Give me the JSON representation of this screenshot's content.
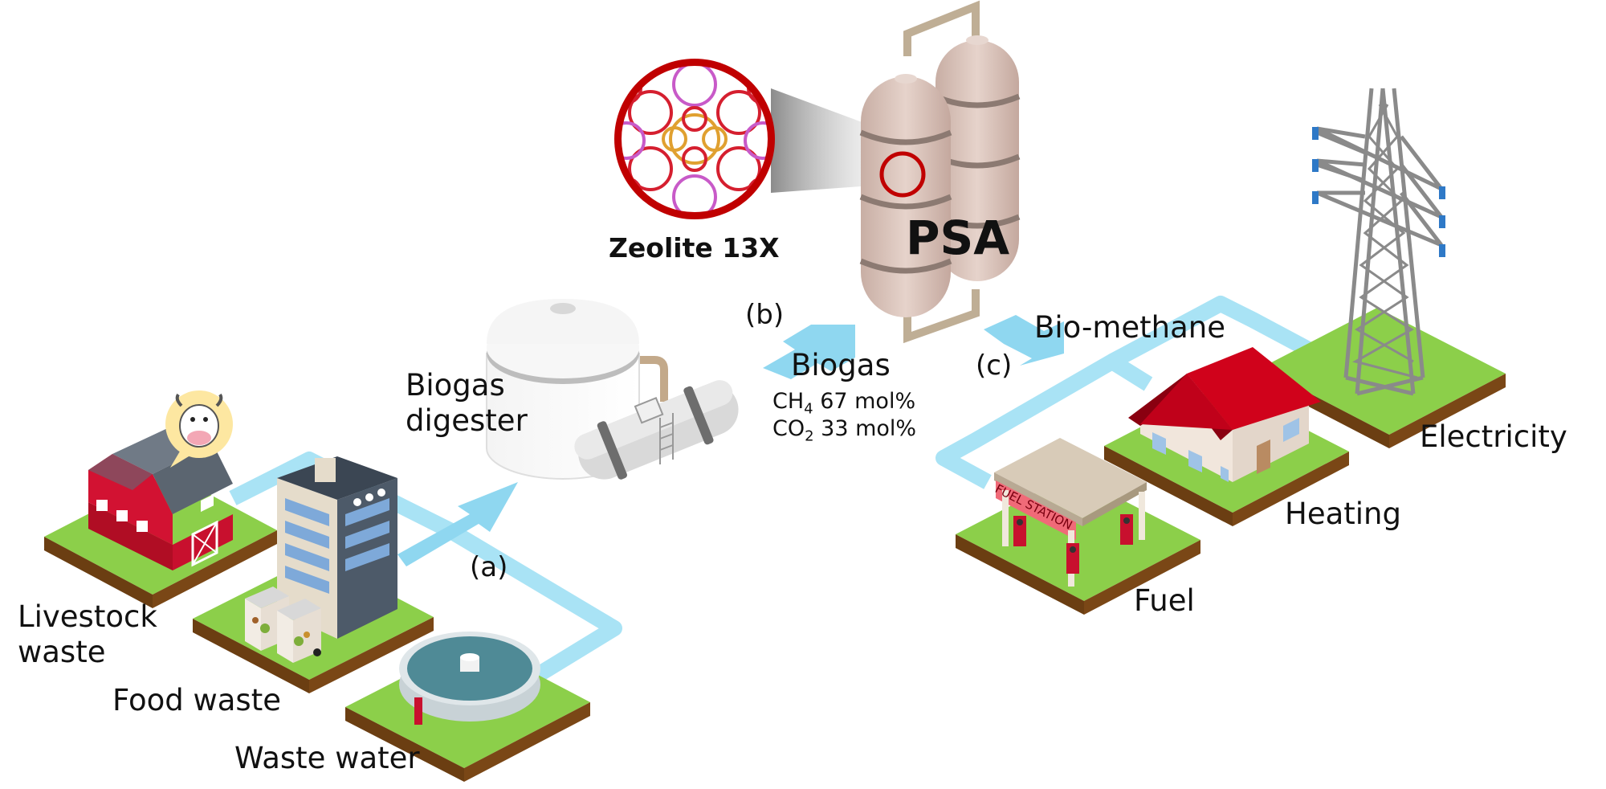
{
  "sources": {
    "livestock_line1": "Livestock",
    "livestock_line2": "waste",
    "food": "Food waste",
    "water": "Waste water"
  },
  "digester": {
    "line1": "Biogas",
    "line2": "digester"
  },
  "steps": {
    "a": "(a)",
    "b": "(b)",
    "c": "(c)"
  },
  "biogas": {
    "title": "Biogas",
    "ch4_formula": "CH",
    "ch4_sub": "4",
    "ch4_value": " 67 mol%",
    "co2_formula": "CO",
    "co2_sub": "2",
    "co2_value": " 33 mol%"
  },
  "psa": {
    "label": "PSA",
    "zeolite": "Zeolite 13X"
  },
  "biomethane": "Bio-methane",
  "uses": {
    "fuel": "Fuel",
    "heating": "Heating",
    "electricity": "Electricity"
  },
  "station_sign": "FUEL STATION",
  "colors": {
    "pipe": "#a9e3f5",
    "arrow": "#8fd7f0",
    "grass": "#8ccf4a",
    "soil": "#6b3e12",
    "barn": "#c8102e",
    "roof_red": "#d0021b",
    "tank": "#dcc6bd",
    "zeolite_ring": "#c00000"
  }
}
